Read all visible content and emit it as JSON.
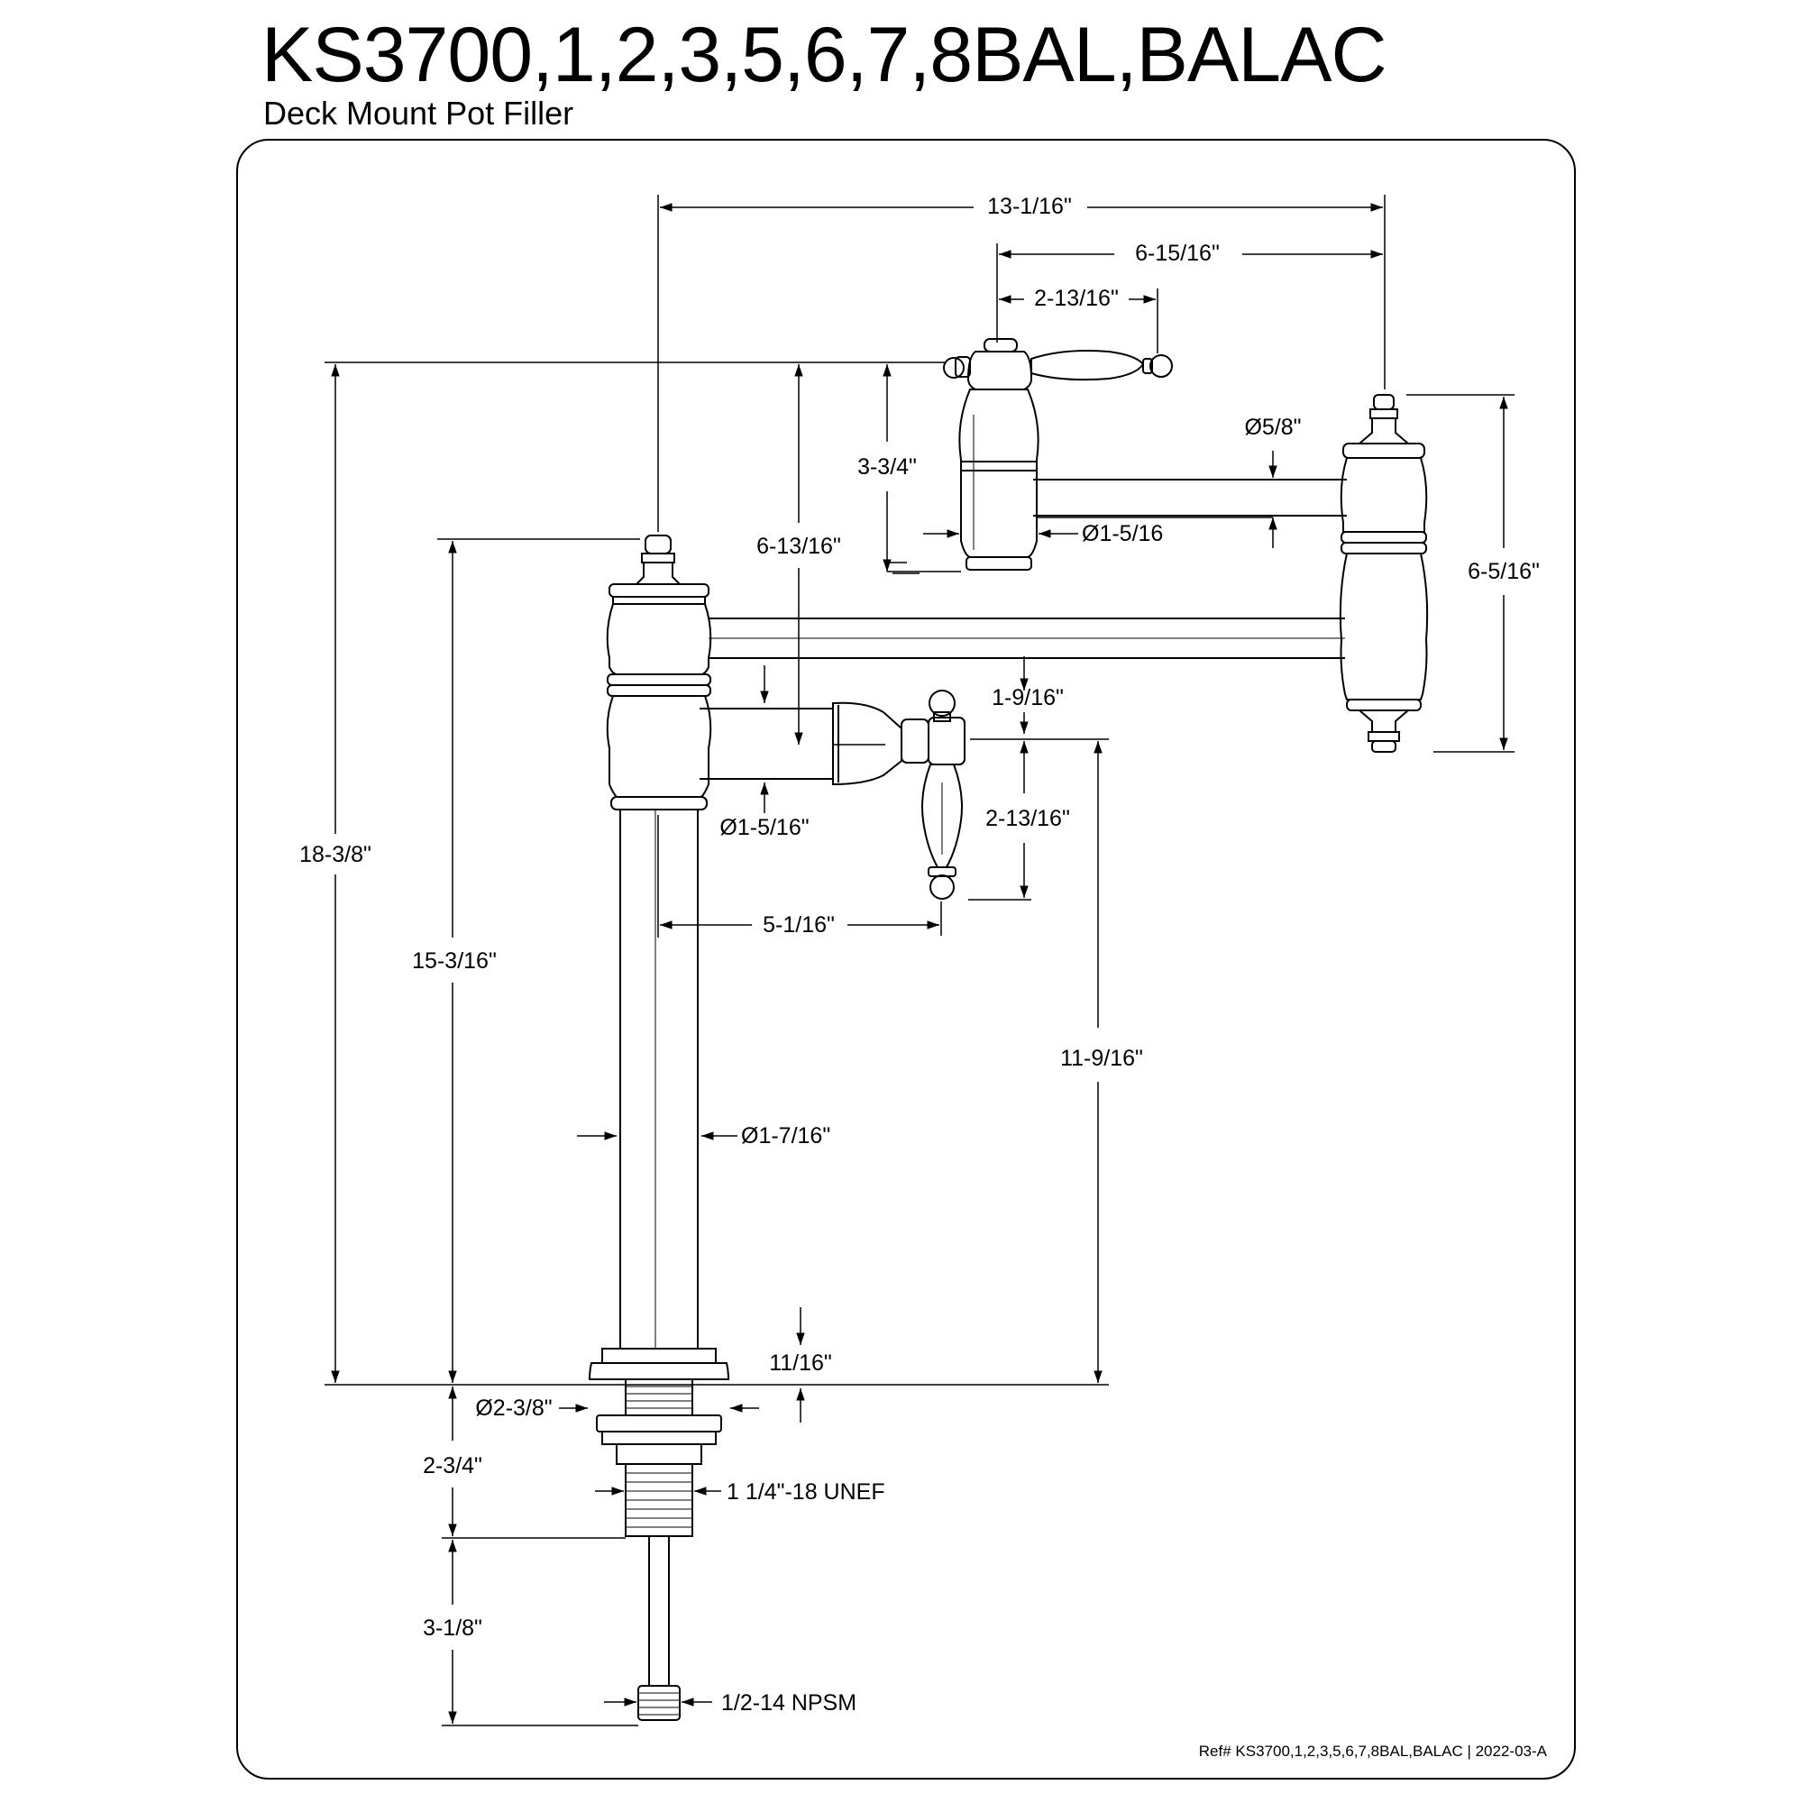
{
  "header": {
    "title": "KS3700,1,2,3,5,6,7,8BAL,BALAC",
    "subtitle": "Deck Mount Pot Filler"
  },
  "dimensions": {
    "overall_width": "13-1/16\"",
    "arm_to_spout": "6-15/16\"",
    "top_handle_width": "2-13/16\"",
    "spout_diameter": "Ø5/8\"",
    "top_valve_height": "3-3/4\"",
    "top_valve_diameter": "Ø1-5/16",
    "total_to_top_valve": "6-13/16\"",
    "spout_body_height": "6-5/16\"",
    "handle_offset": "1-9/16\"",
    "lower_valve_diameter": "Ø1-5/16\"",
    "lower_handle_height": "2-13/16\"",
    "lower_valve_reach": "5-1/16\"",
    "overall_height": "18-3/8\"",
    "column_height": "15-3/16\"",
    "handle_height_from_deck": "11-9/16\"",
    "column_diameter": "Ø1-7/16\"",
    "base_height": "11/16\"",
    "base_diameter": "Ø2-3/8\"",
    "shank_length": "2-3/4\"",
    "thread_spec": "1 1/4\"-18 UNEF",
    "supply_length": "3-1/8\"",
    "supply_thread": "1/2-14 NPSM"
  },
  "footer": {
    "reference": "Ref# KS3700,1,2,3,5,6,7,8BAL,BALAC | 2022-03-A"
  }
}
